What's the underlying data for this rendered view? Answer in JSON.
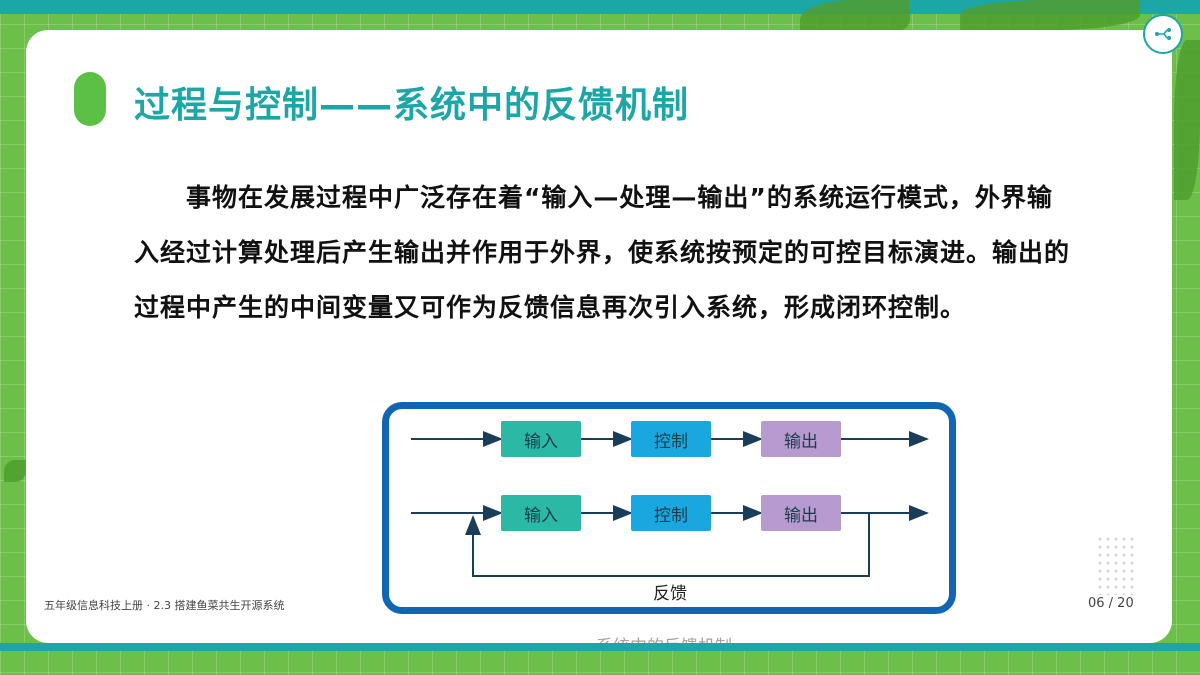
{
  "slide": {
    "title": "过程与控制——系统中的反馈机制",
    "body": "事物在发展过程中广泛存在着“输入—处理—输出”的系统运行模式，外界输入经过计算处理后产生输出并作用于外界，使系统按预定的可控目标演进。输出的过程中产生的中间变量又可作为反馈信息再次引入系统，形成闭环控制。"
  },
  "diagram": {
    "row1": {
      "input": "输入",
      "control": "控制",
      "output": "输出"
    },
    "row2": {
      "input": "输入",
      "control": "控制",
      "output": "输出"
    },
    "feedback_label": "反馈",
    "caption": "系统中的反馈机制"
  },
  "footer": {
    "course": "五年级信息科技上册 · 2.3 搭建鱼菜共生开源系统",
    "page": "06 / 20"
  },
  "colors": {
    "accent": "#1ca6a6",
    "frame": "#1166b3",
    "input": "#2bb9a6",
    "control": "#1aa7e0",
    "output": "#b79ad0"
  },
  "icons": {
    "nav": "branch-icon"
  }
}
